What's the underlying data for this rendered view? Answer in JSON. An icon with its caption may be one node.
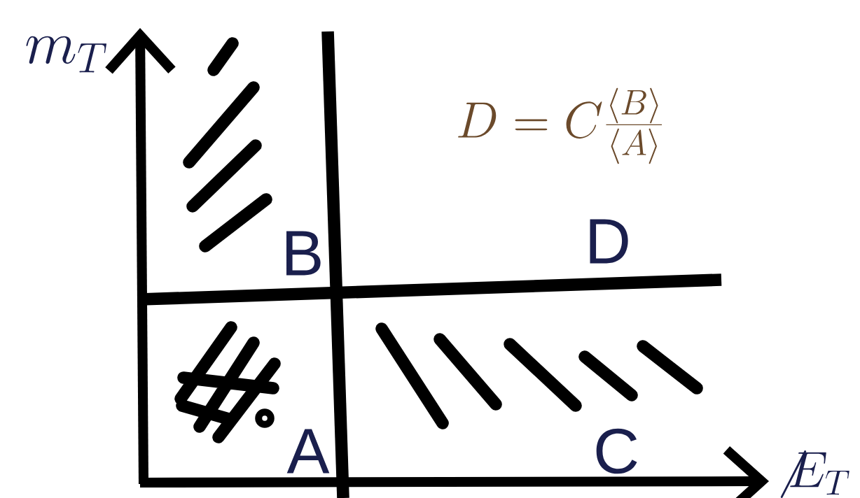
{
  "diagram": {
    "labels": [
      "m_T",
      "D = C\\frac{\\langle B\\rangle}{\\langle A\\rangle}",
      "B",
      "D",
      "A",
      "C",
      "\\not{E}_T"
    ]
  }
}
